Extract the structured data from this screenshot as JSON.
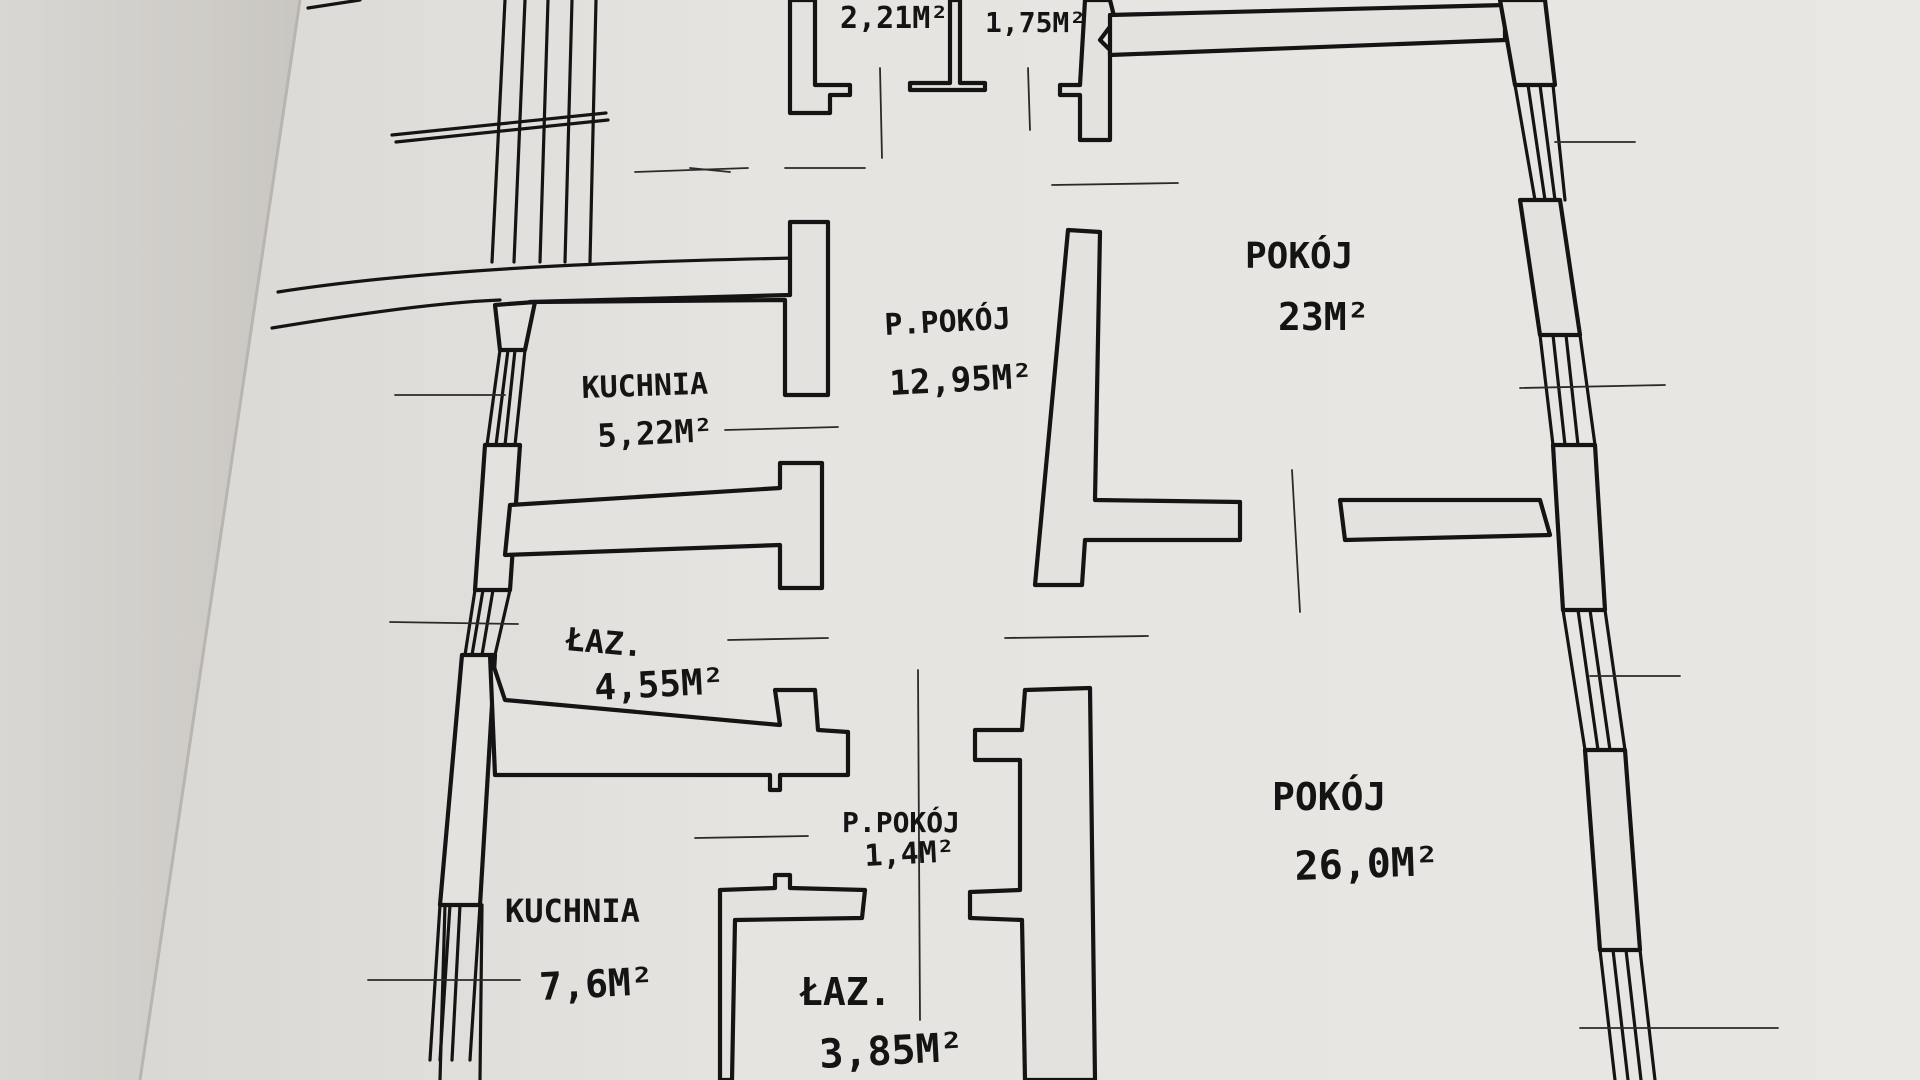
{
  "sheet": {
    "paper_color": "#e7e5e1",
    "shadow_color": "#8f8b86",
    "ink_color": "#141414"
  },
  "rooms": {
    "top_left_area": "2,21M²",
    "top_right_area": "1,75M²",
    "pokoj_upper_name": "POKÓJ",
    "pokoj_upper_area": "23M²",
    "przedpokoj_upper_name": "P.POKÓJ",
    "przedpokoj_upper_area": "12,95M²",
    "kuchnia_upper_name": "KUCHNIA",
    "kuchnia_upper_area": "5,22M²",
    "lazienka_upper_name": "ŁAZ.",
    "lazienka_upper_area": "4,55M²",
    "przedpokoj_lower_name": "P.POKÓJ",
    "przedpokoj_lower_area": "1,4M²",
    "pokoj_lower_name": "POKÓJ",
    "pokoj_lower_area": "26,0M²",
    "kuchnia_lower_name": "KUCHNIA",
    "kuchnia_lower_area": "7,6M²",
    "lazienka_lower_name": "ŁAZ.",
    "lazienka_lower_area": "3,85M²"
  }
}
